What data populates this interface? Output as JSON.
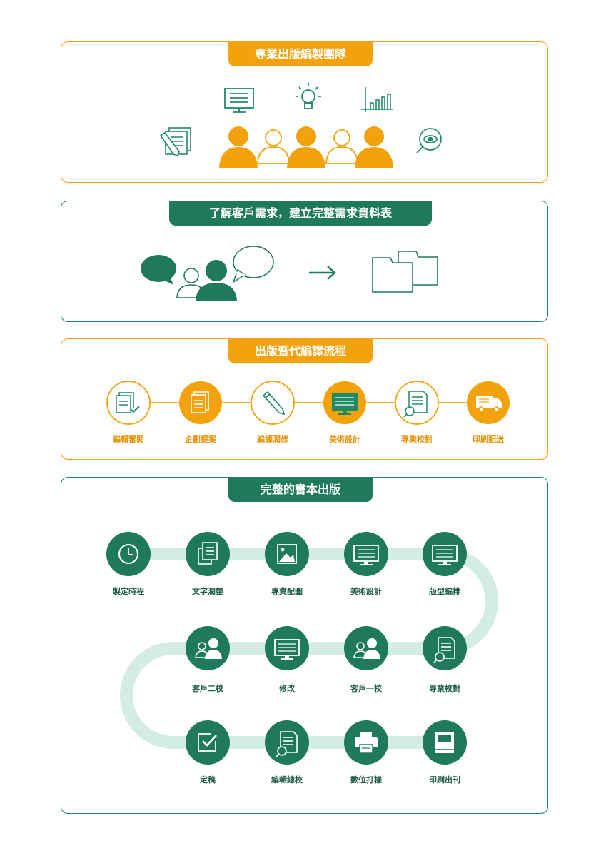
{
  "sections": {
    "team": {
      "title": "專業出版編製團隊",
      "icons": [
        "monitor-icon",
        "lightbulb-icon",
        "bar-chart-icon",
        "documents-pencil-icon",
        "eye-magnifier-icon",
        "team-people-icon"
      ]
    },
    "needs": {
      "title": "了解客戶需求，建立完整需求資料表",
      "icons": [
        "speech-bubble-icon",
        "people-icon",
        "arrow-right-icon",
        "folders-icon"
      ]
    },
    "process": {
      "title": "出版暨代編譯流程",
      "steps": [
        {
          "label": "編輯審閱",
          "icon": "document-check-icon",
          "filled": false
        },
        {
          "label": "企劃提案",
          "icon": "documents-icon",
          "filled": true
        },
        {
          "label": "編譯潤修",
          "icon": "pencil-icon",
          "filled": false
        },
        {
          "label": "美術設計",
          "icon": "monitor-icon",
          "filled": true
        },
        {
          "label": "專業校對",
          "icon": "document-magnifier-icon",
          "filled": false
        },
        {
          "label": "印刷配送",
          "icon": "truck-icon",
          "filled": true
        }
      ]
    },
    "book": {
      "title": "完整的書本出版",
      "rows": [
        [
          {
            "label": "製定時程",
            "icon": "clock-icon"
          },
          {
            "label": "文字潤整",
            "icon": "text-pages-icon"
          },
          {
            "label": "專業配圖",
            "icon": "image-icon"
          },
          {
            "label": "美術設計",
            "icon": "monitor-icon"
          },
          {
            "label": "版型編排",
            "icon": "monitor-icon"
          }
        ],
        [
          {
            "label": "客戶二校",
            "icon": "people-icon"
          },
          {
            "label": "修改",
            "icon": "monitor-icon"
          },
          {
            "label": "客戶一校",
            "icon": "people-icon"
          },
          {
            "label": "專業校對",
            "icon": "document-magnifier-icon"
          }
        ],
        [
          {
            "label": "定稿",
            "icon": "checkbox-icon"
          },
          {
            "label": "編輯總校",
            "icon": "document-magnifier-icon"
          },
          {
            "label": "數位打樣",
            "icon": "printer-icon"
          },
          {
            "label": "印刷出刊",
            "icon": "book-icon"
          }
        ]
      ]
    }
  },
  "colors": {
    "orange": "#f2a20c",
    "green": "#1f7a5c",
    "track": "#d3ede4"
  }
}
